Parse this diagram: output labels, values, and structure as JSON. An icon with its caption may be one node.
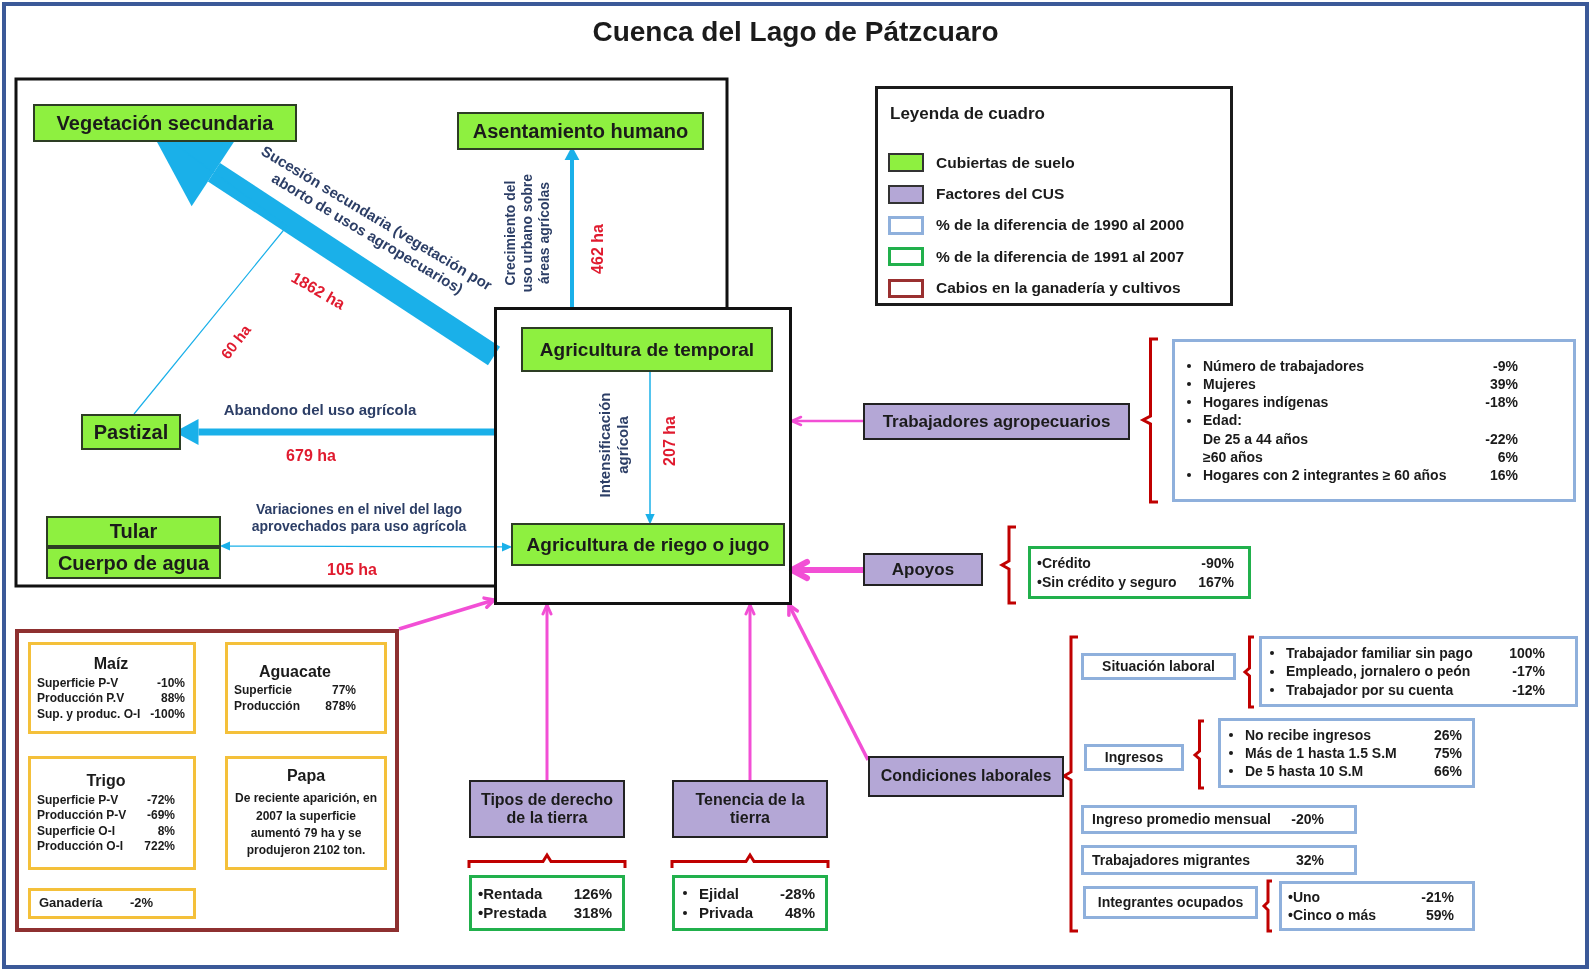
{
  "diagram": {
    "title": "Cuenca del Lago de Pátzcuaro",
    "nodes": [
      {
        "text": [],
        "shape": "box"
      },
      {
        "text": [
          "Vegetación  secundaria"
        ],
        "in": 0
      },
      {
        "text": [
          "Asentamiento humano"
        ],
        "in": 0
      },
      {
        "text": [
          "Pastizal"
        ],
        "in": 0
      },
      {
        "text": [
          "Tular"
        ],
        "in": 0
      },
      {
        "text": [
          "Cuerpo de agua"
        ],
        "in": 0
      },
      {
        "text": [],
        "shape": "box"
      },
      {
        "text": [
          "Agricultura de temporal"
        ],
        "in": 6
      },
      {
        "text": [
          "Agricultura de riego o jugo"
        ],
        "in": 6
      },
      {
        "text": [
          "Trabajadores agropecuarios"
        ]
      },
      {
        "text": [
          "Número de trabajadores",
          "-9%",
          "Mujeres",
          "39%",
          "Hogares indígenas",
          "-18%",
          "Edad:",
          "De 25 a 44 años",
          "-22%",
          "≥60 años",
          "6%",
          "Hogares con 2 integrantes  ≥ 60 años",
          "16%"
        ]
      },
      {
        "text": [
          "Apoyos"
        ]
      },
      {
        "text": [
          "•Crédito",
          "-90%",
          "•Sin crédito y seguro",
          "167%"
        ]
      },
      {
        "text": [],
        "shape": "box"
      },
      {
        "text": [
          "Maíz",
          "Superficie P-V",
          "-10%",
          "Producción P.V",
          "88%",
          "Sup. y produc. O-I",
          "-100%"
        ],
        "in": 13
      },
      {
        "text": [
          "Aguacate",
          "Superficie",
          "77%",
          "Producción",
          "878%"
        ],
        "in": 13
      },
      {
        "text": [
          "Trigo",
          "Superficie P-V",
          "-72%",
          "Producción P-V",
          "-69%",
          "Superficie O-I",
          "8%",
          "Producción O-I",
          "722%"
        ],
        "in": 13
      },
      {
        "text": [
          "Papa",
          "De reciente aparición, en 2007  la superficie aumentó 79 ha y  se produjeron 2102 ton."
        ],
        "in": 13
      },
      {
        "text": [
          "Ganadería",
          "-2%"
        ],
        "in": 13
      },
      {
        "text": [
          "Tipos de derecho de la tierra"
        ]
      },
      {
        "text": [
          "•Rentada",
          "126%",
          "•Prestada",
          "318%"
        ]
      },
      {
        "text": [
          "Tenencia de la tierra"
        ]
      },
      {
        "text": [
          "Ejidal",
          "-28%",
          "Privada",
          "48%"
        ]
      },
      {
        "text": [
          "Condiciones laborales"
        ]
      },
      {
        "text": [
          "Situación laboral"
        ]
      },
      {
        "text": [
          "Trabajador familiar sin pago",
          "100%",
          "Empleado, jornalero o peón",
          "-17%",
          "Trabajador por su cuenta",
          "-12%"
        ]
      },
      {
        "text": [
          "Ingresos"
        ]
      },
      {
        "text": [
          "No recibe ingresos",
          "26%",
          "Más de 1 hasta 1.5 S.M",
          "75%",
          "De 5 hasta 10 S.M",
          "66%"
        ]
      },
      {
        "text": [
          "Ingreso promedio mensual",
          "-20%"
        ]
      },
      {
        "text": [
          "Trabajadores migrantes",
          "32%"
        ]
      },
      {
        "text": [
          "Integrantes ocupados"
        ]
      },
      {
        "text": [
          "•Uno",
          "-21%",
          "•Cinco o más",
          "59%"
        ]
      }
    ],
    "edges": [
      {
        "from": 6,
        "to": 1,
        "arrow": "to",
        "style": "thick",
        "color": "#1ab0e9",
        "label": "Sucesión secundaria (vegetación por aborto de usos agropecuarios)"
      },
      {
        "from": 3,
        "to": 1,
        "arrow": "none",
        "color": "#1ab0e9",
        "label": "60 ha"
      },
      {
        "from": 6,
        "to": 3,
        "arrow": "to",
        "style": "thick",
        "color": "#1ab0e9",
        "label": "Abandono del uso agrícola"
      },
      {
        "from": 6,
        "to": 2,
        "arrow": "to",
        "color": "#1ab0e9",
        "label": "Crecimiento del uso urbano sobre áreas agrícolas"
      },
      {
        "from": 7,
        "to": 8,
        "arrow": "to",
        "color": "#1ab0e9",
        "label": "Intensificación agrícola"
      },
      {
        "from": 4,
        "to": 8,
        "arrow": "both",
        "color": "#1ab0e9",
        "label": "Variaciones en el nivel del lago aprovechados para uso  agrícola"
      },
      {
        "from": 5,
        "to": 8,
        "arrow": "both",
        "color": "#1ab0e9"
      },
      {
        "from": 9,
        "to": 6,
        "arrow": "to",
        "color": "#f24fd5"
      },
      {
        "from": 11,
        "to": 6,
        "arrow": "to",
        "style": "thick",
        "color": "#f24fd5"
      },
      {
        "from": 13,
        "to": 6,
        "arrow": "to",
        "color": "#f24fd5"
      },
      {
        "from": 19,
        "to": 6,
        "arrow": "to",
        "color": "#f24fd5"
      },
      {
        "from": 21,
        "to": 6,
        "arrow": "to",
        "color": "#f24fd5"
      },
      {
        "from": 23,
        "to": 6,
        "arrow": "to",
        "color": "#f24fd5"
      }
    ],
    "labels": [
      "Leyenda de cuadro",
      "1862 ha",
      "679 ha",
      "462 ha",
      "207 ha",
      "105 ha"
    ],
    "legend": [
      {
        "text": "Cubiertas de suelo",
        "color": "#8ef040"
      },
      {
        "text": "Factores del CUS",
        "color": "#b4a7d6"
      },
      {
        "text": "% de la diferencia de 1990 al 2000",
        "color": "#8fb0dc"
      },
      {
        "text": "% de la diferencia de 1991 al 2007",
        "color": "#21b04c"
      },
      {
        "text": "Cabios en la ganadería y cultivos",
        "color": "#9a3030"
      }
    ]
  }
}
